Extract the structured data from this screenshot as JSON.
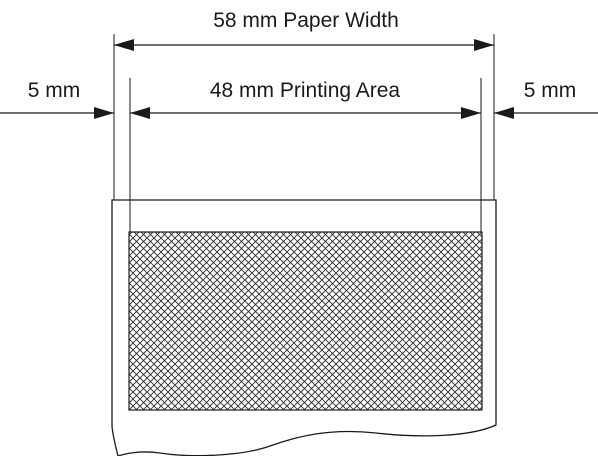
{
  "labels": {
    "paper_width": "58 mm Paper Width",
    "printing_area": "48 mm Printing Area",
    "left_margin": "5 mm",
    "right_margin": "5 mm"
  },
  "colors": {
    "line": "#1a1a1a",
    "hatch": "#2a2a2a",
    "background": "#ffffff"
  }
}
